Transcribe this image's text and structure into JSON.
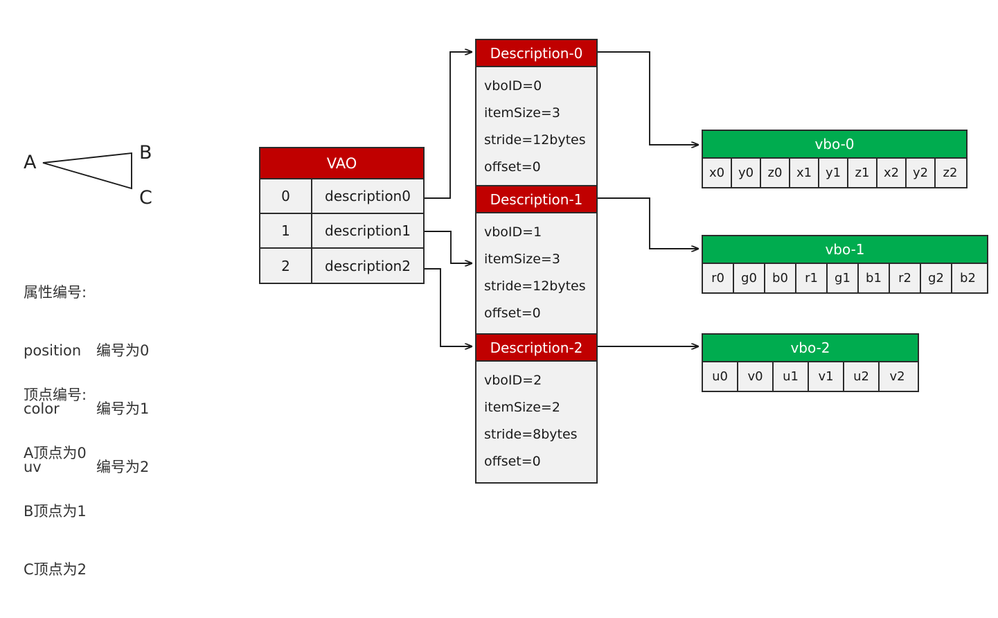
{
  "triangle": {
    "vertices": [
      {
        "label": "A"
      },
      {
        "label": "B"
      },
      {
        "label": "C"
      }
    ]
  },
  "legend": {
    "attribute_title": "属性编号:",
    "attributes": [
      {
        "name": "position",
        "value": "编号为0"
      },
      {
        "name": "color",
        "value": "编号为1"
      },
      {
        "name": "uv",
        "value": "编号为2"
      }
    ],
    "vertex_title": "顶点编号:",
    "vertices": [
      {
        "text": "A顶点为0"
      },
      {
        "text": "B顶点为1"
      },
      {
        "text": "C顶点为2"
      }
    ]
  },
  "vao": {
    "title": "VAO",
    "rows": [
      {
        "index": "0",
        "description": "description0"
      },
      {
        "index": "1",
        "description": "description1"
      },
      {
        "index": "2",
        "description": "description2"
      }
    ]
  },
  "descriptions": [
    {
      "title": "Description-0",
      "lines": [
        "vboID=0",
        "itemSize=3",
        "stride=12bytes",
        "offset=0"
      ]
    },
    {
      "title": "Description-1",
      "lines": [
        "vboID=1",
        "itemSize=3",
        "stride=12bytes",
        "offset=0"
      ]
    },
    {
      "title": "Description-2",
      "lines": [
        "vboID=2",
        "itemSize=2",
        "stride=8bytes",
        "offset=0"
      ]
    }
  ],
  "vbos": [
    {
      "title": "vbo-0",
      "cells": [
        "x0",
        "y0",
        "z0",
        "x1",
        "y1",
        "z1",
        "x2",
        "y2",
        "z2"
      ]
    },
    {
      "title": "vbo-1",
      "cells": [
        "r0",
        "g0",
        "b0",
        "r1",
        "g1",
        "b1",
        "r2",
        "g2",
        "b2"
      ]
    },
    {
      "title": "vbo-2",
      "cells": [
        "u0",
        "v0",
        "u1",
        "v1",
        "u2",
        "v2"
      ]
    }
  ],
  "colors": {
    "header_red": "#C00000",
    "header_green": "#00AC4F",
    "cell_fill": "#F1F1F1",
    "border": "#2B2B2B",
    "text": "#333333"
  }
}
